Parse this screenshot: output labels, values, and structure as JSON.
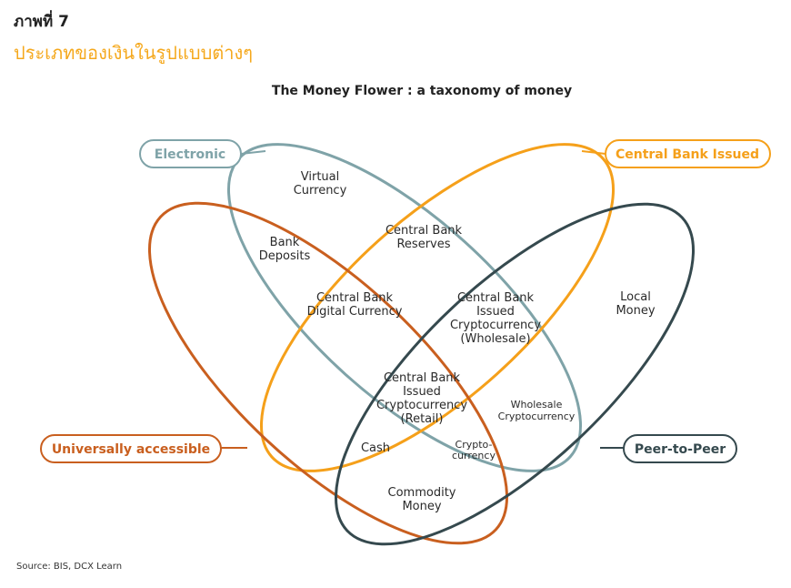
{
  "header": {
    "figure_number": "ภาพที่ 7",
    "subtitle": "ประเภทของเงินในรูปแบบต่างๆ"
  },
  "diagram": {
    "title": "The Money Flower : a taxonomy of money",
    "sets": {
      "electronic": "Electronic",
      "central_bank": "Central Bank Issued",
      "universal": "Universally accessible",
      "p2p": "Peer-to-Peer"
    },
    "colors": {
      "electronic": "#7fa3a8",
      "central_bank": "#f5a01a",
      "universal": "#c95f1f",
      "p2p": "#35494e"
    },
    "regions": {
      "virtual": [
        "Virtual",
        "Currency"
      ],
      "cb_reserves": [
        "Central Bank",
        "Reserves"
      ],
      "bank_deposits": [
        "Bank",
        "Deposits"
      ],
      "cbdc": [
        "Central Bank",
        "Digital Currency"
      ],
      "cbicw": [
        "Central Bank",
        "Issued",
        "Cryptocurrency",
        "(Wholesale)"
      ],
      "local": [
        "Local",
        "Money"
      ],
      "cbicr": [
        "Central Bank",
        "Issued",
        "Cryptocurrency",
        "(Retail)"
      ],
      "wholesale": [
        "Wholesale",
        "Cryptocurrency"
      ],
      "cash": "Cash",
      "crypto": [
        "Crypto-",
        "currency"
      ],
      "commodity": [
        "Commodity",
        "Money"
      ]
    }
  },
  "source": "Source: BIS, DCX Learn"
}
